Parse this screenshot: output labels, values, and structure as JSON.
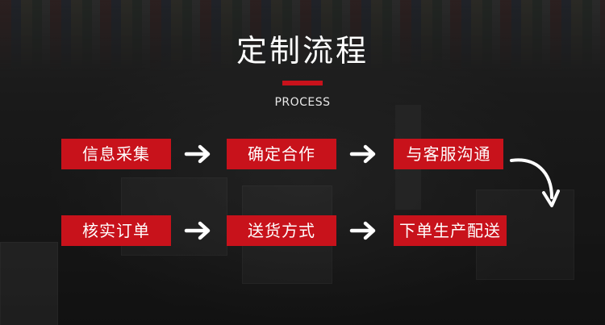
{
  "header": {
    "title": "定制流程",
    "subtitle": "PROCESS"
  },
  "steps": [
    {
      "label": "信息采集"
    },
    {
      "label": "确定合作"
    },
    {
      "label": "与客服沟通"
    },
    {
      "label": "核实订单"
    },
    {
      "label": "送货方式"
    },
    {
      "label": "下单生产配送"
    }
  ],
  "icons": {
    "flow_arrow": "right-arrow-icon",
    "turn_arrow": "curved-down-arrow-icon"
  },
  "colors": {
    "accent": "#c8121b",
    "text": "#ffffff",
    "arrow": "#ffffff"
  }
}
